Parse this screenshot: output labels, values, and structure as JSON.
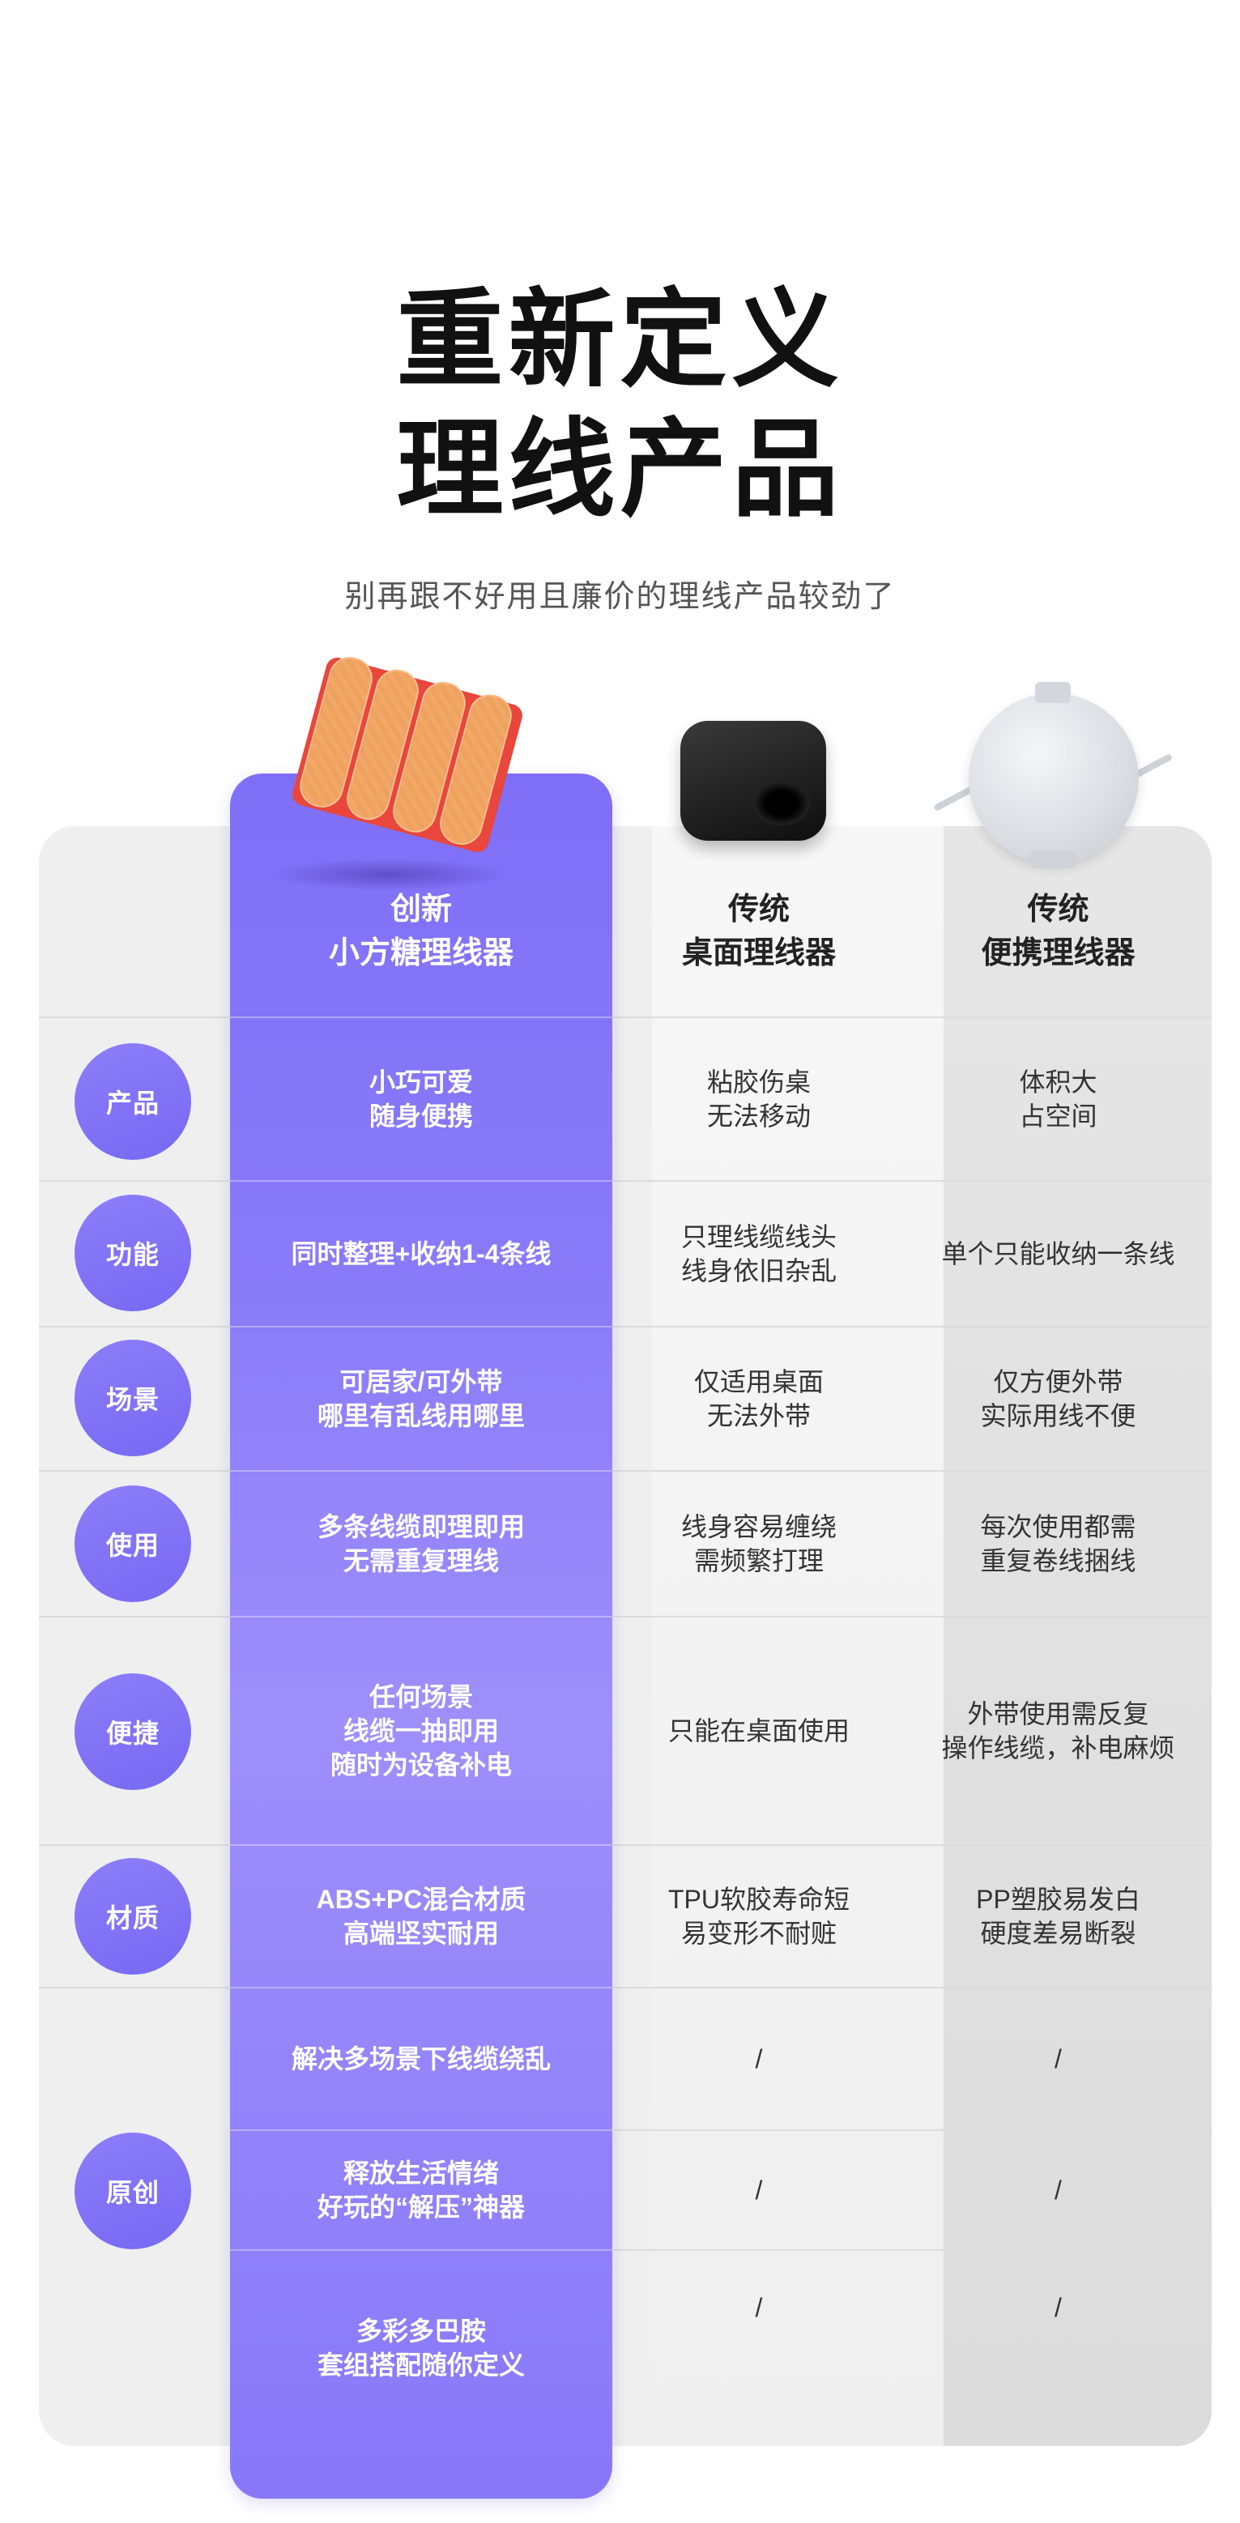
{
  "title": {
    "line1": "重新定义",
    "line2": "理线产品"
  },
  "subtitle": "别再跟不好用且廉价的理线产品较劲了",
  "columns": [
    {
      "line1": "创新",
      "line2": "小方糖理线器"
    },
    {
      "line1": "传统",
      "line2": "桌面理线器"
    },
    {
      "line1": "传统",
      "line2": "便携理线器"
    }
  ],
  "rows": [
    {
      "label": "产品",
      "cells": [
        [
          "小巧可爱",
          "随身便携"
        ],
        [
          "粘胶伤桌",
          "无法移动"
        ],
        [
          "体积大",
          "占空间"
        ]
      ]
    },
    {
      "label": "功能",
      "cells": [
        [
          "同时整理+收纳1-4条线"
        ],
        [
          "只理线缆线头",
          "线身依旧杂乱"
        ],
        [
          "单个只能收纳一条线"
        ]
      ]
    },
    {
      "label": "场景",
      "cells": [
        [
          "可居家/可外带",
          "哪里有乱线用哪里"
        ],
        [
          "仅适用桌面",
          "无法外带"
        ],
        [
          "仅方便外带",
          "实际用线不便"
        ]
      ]
    },
    {
      "label": "使用",
      "cells": [
        [
          "多条线缆即理即用",
          "无需重复理线"
        ],
        [
          "线身容易缠绕",
          "需频繁打理"
        ],
        [
          "每次使用都需",
          "重复卷线捆线"
        ]
      ]
    },
    {
      "label": "便捷",
      "cells": [
        [
          "任何场景",
          "线缆一抽即用",
          "随时为设备补电"
        ],
        [
          "只能在桌面使用"
        ],
        [
          "外带使用需反复",
          "操作线缆，补电麻烦"
        ]
      ]
    },
    {
      "label": "材质",
      "cells": [
        [
          "ABS+PC混合材质",
          "高端坚实耐用"
        ],
        [
          "TPU软胶寿命短",
          "易变形不耐赃"
        ],
        [
          "PP塑胶易发白",
          "硬度差易断裂"
        ]
      ]
    }
  ],
  "original": {
    "label": "原创",
    "rows": [
      {
        "cells": [
          [
            "解决多场景下线缆绕乱"
          ],
          [
            "/"
          ],
          [
            "/"
          ]
        ]
      },
      {
        "cells": [
          [
            "释放生活情绪",
            "好玩的“解压”神器"
          ],
          [
            "/"
          ],
          [
            "/"
          ]
        ]
      },
      {
        "cells": [
          [
            "多彩多巴胺",
            "套组搭配随你定义"
          ],
          [
            "/"
          ],
          [
            "/"
          ]
        ]
      }
    ]
  },
  "colors": {
    "accent": "#8070f8",
    "text": "#333333",
    "background": "#efefef"
  }
}
